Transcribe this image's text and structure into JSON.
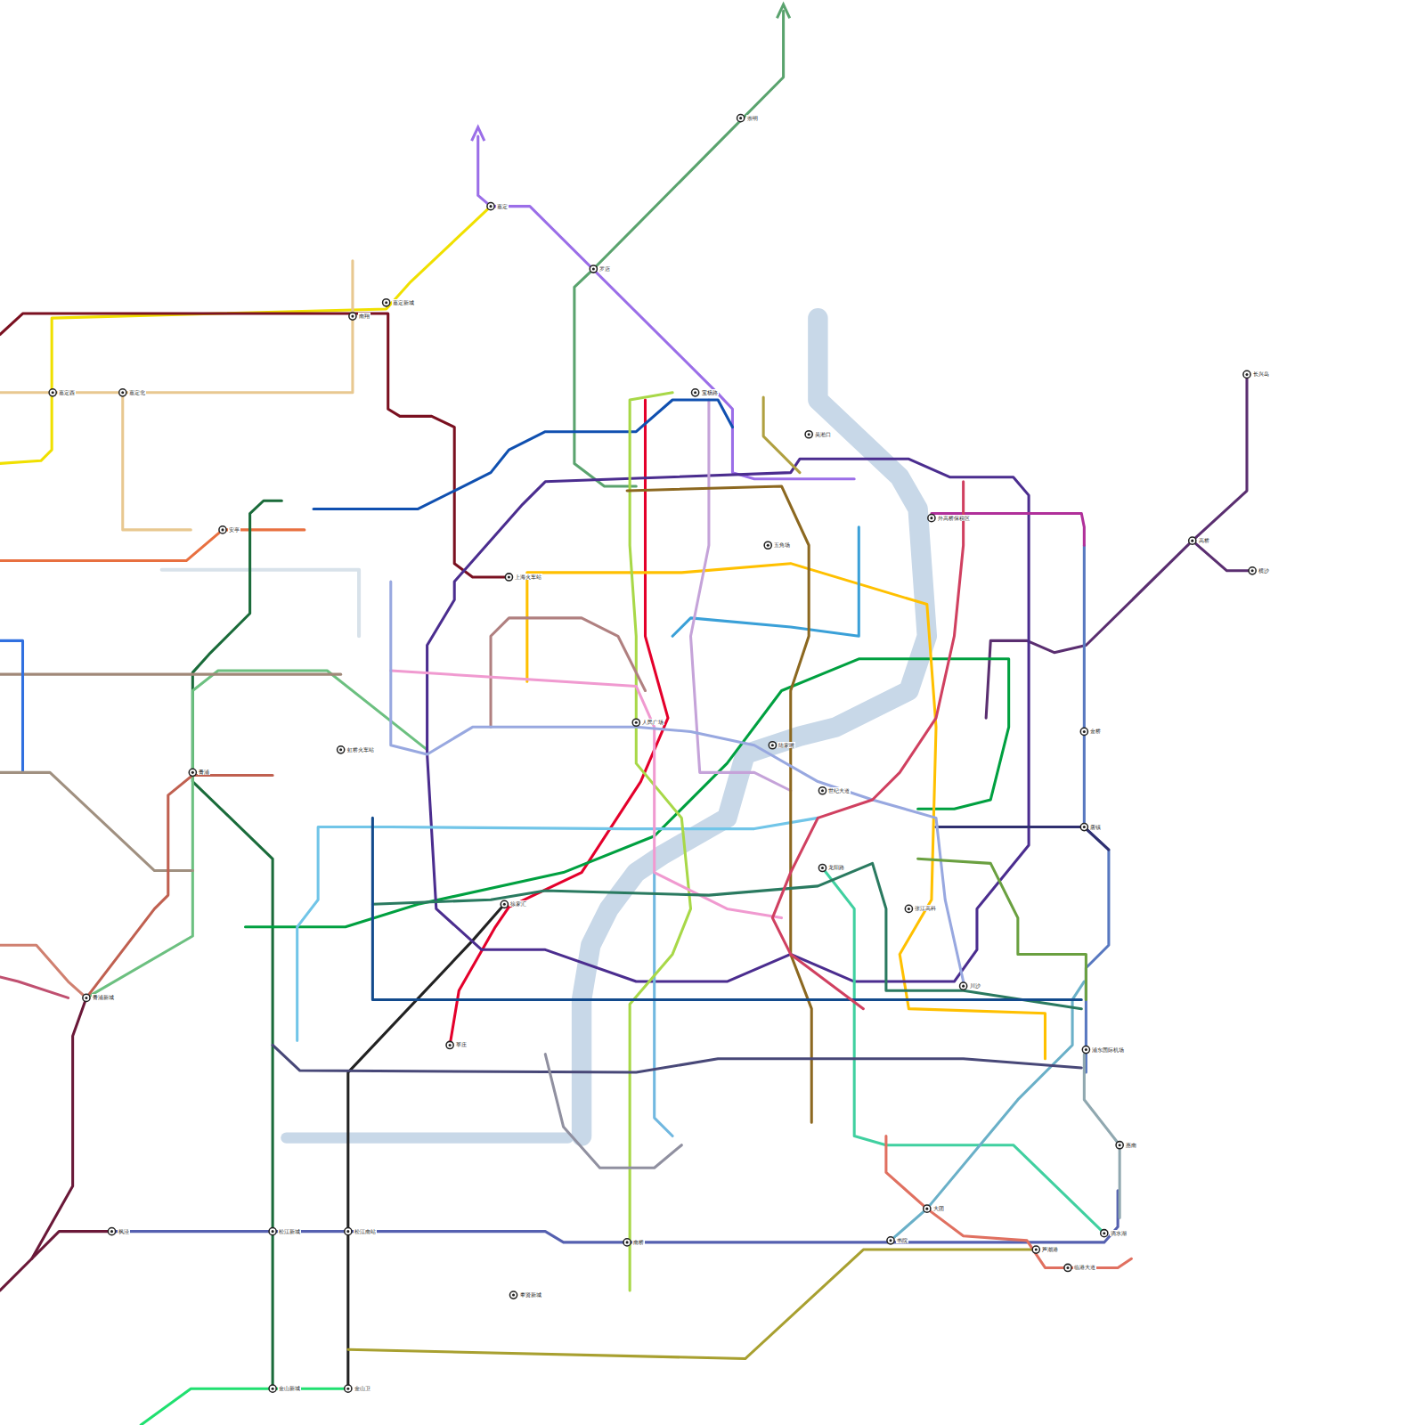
{
  "diagram": {
    "labels": [
      "上海火车站",
      "人民广场",
      "陆家嘴",
      "世纪大道",
      "徐家汇",
      "虹桥火车站",
      "浦东国际机场",
      "龙阳路",
      "张江高科",
      "滴水湖",
      "临港大道",
      "金山卫",
      "金山新城",
      "松江南站",
      "莘庄",
      "安亭",
      "宝杨路",
      "五角场",
      "崇明",
      "罗店",
      "高桥",
      "长兴岛",
      "横沙",
      "枫泾",
      "青浦新城",
      "青浦",
      "松江新城",
      "书院",
      "芦潮港",
      "奉贤新城",
      "南桥",
      "大团",
      "惠南",
      "川沙",
      "金桥",
      "唐镇",
      "外高桥保税区",
      "吴淞口",
      "嘉定",
      "嘉定新城",
      "南翔",
      "嘉定北",
      "嘉定西"
    ]
  }
}
